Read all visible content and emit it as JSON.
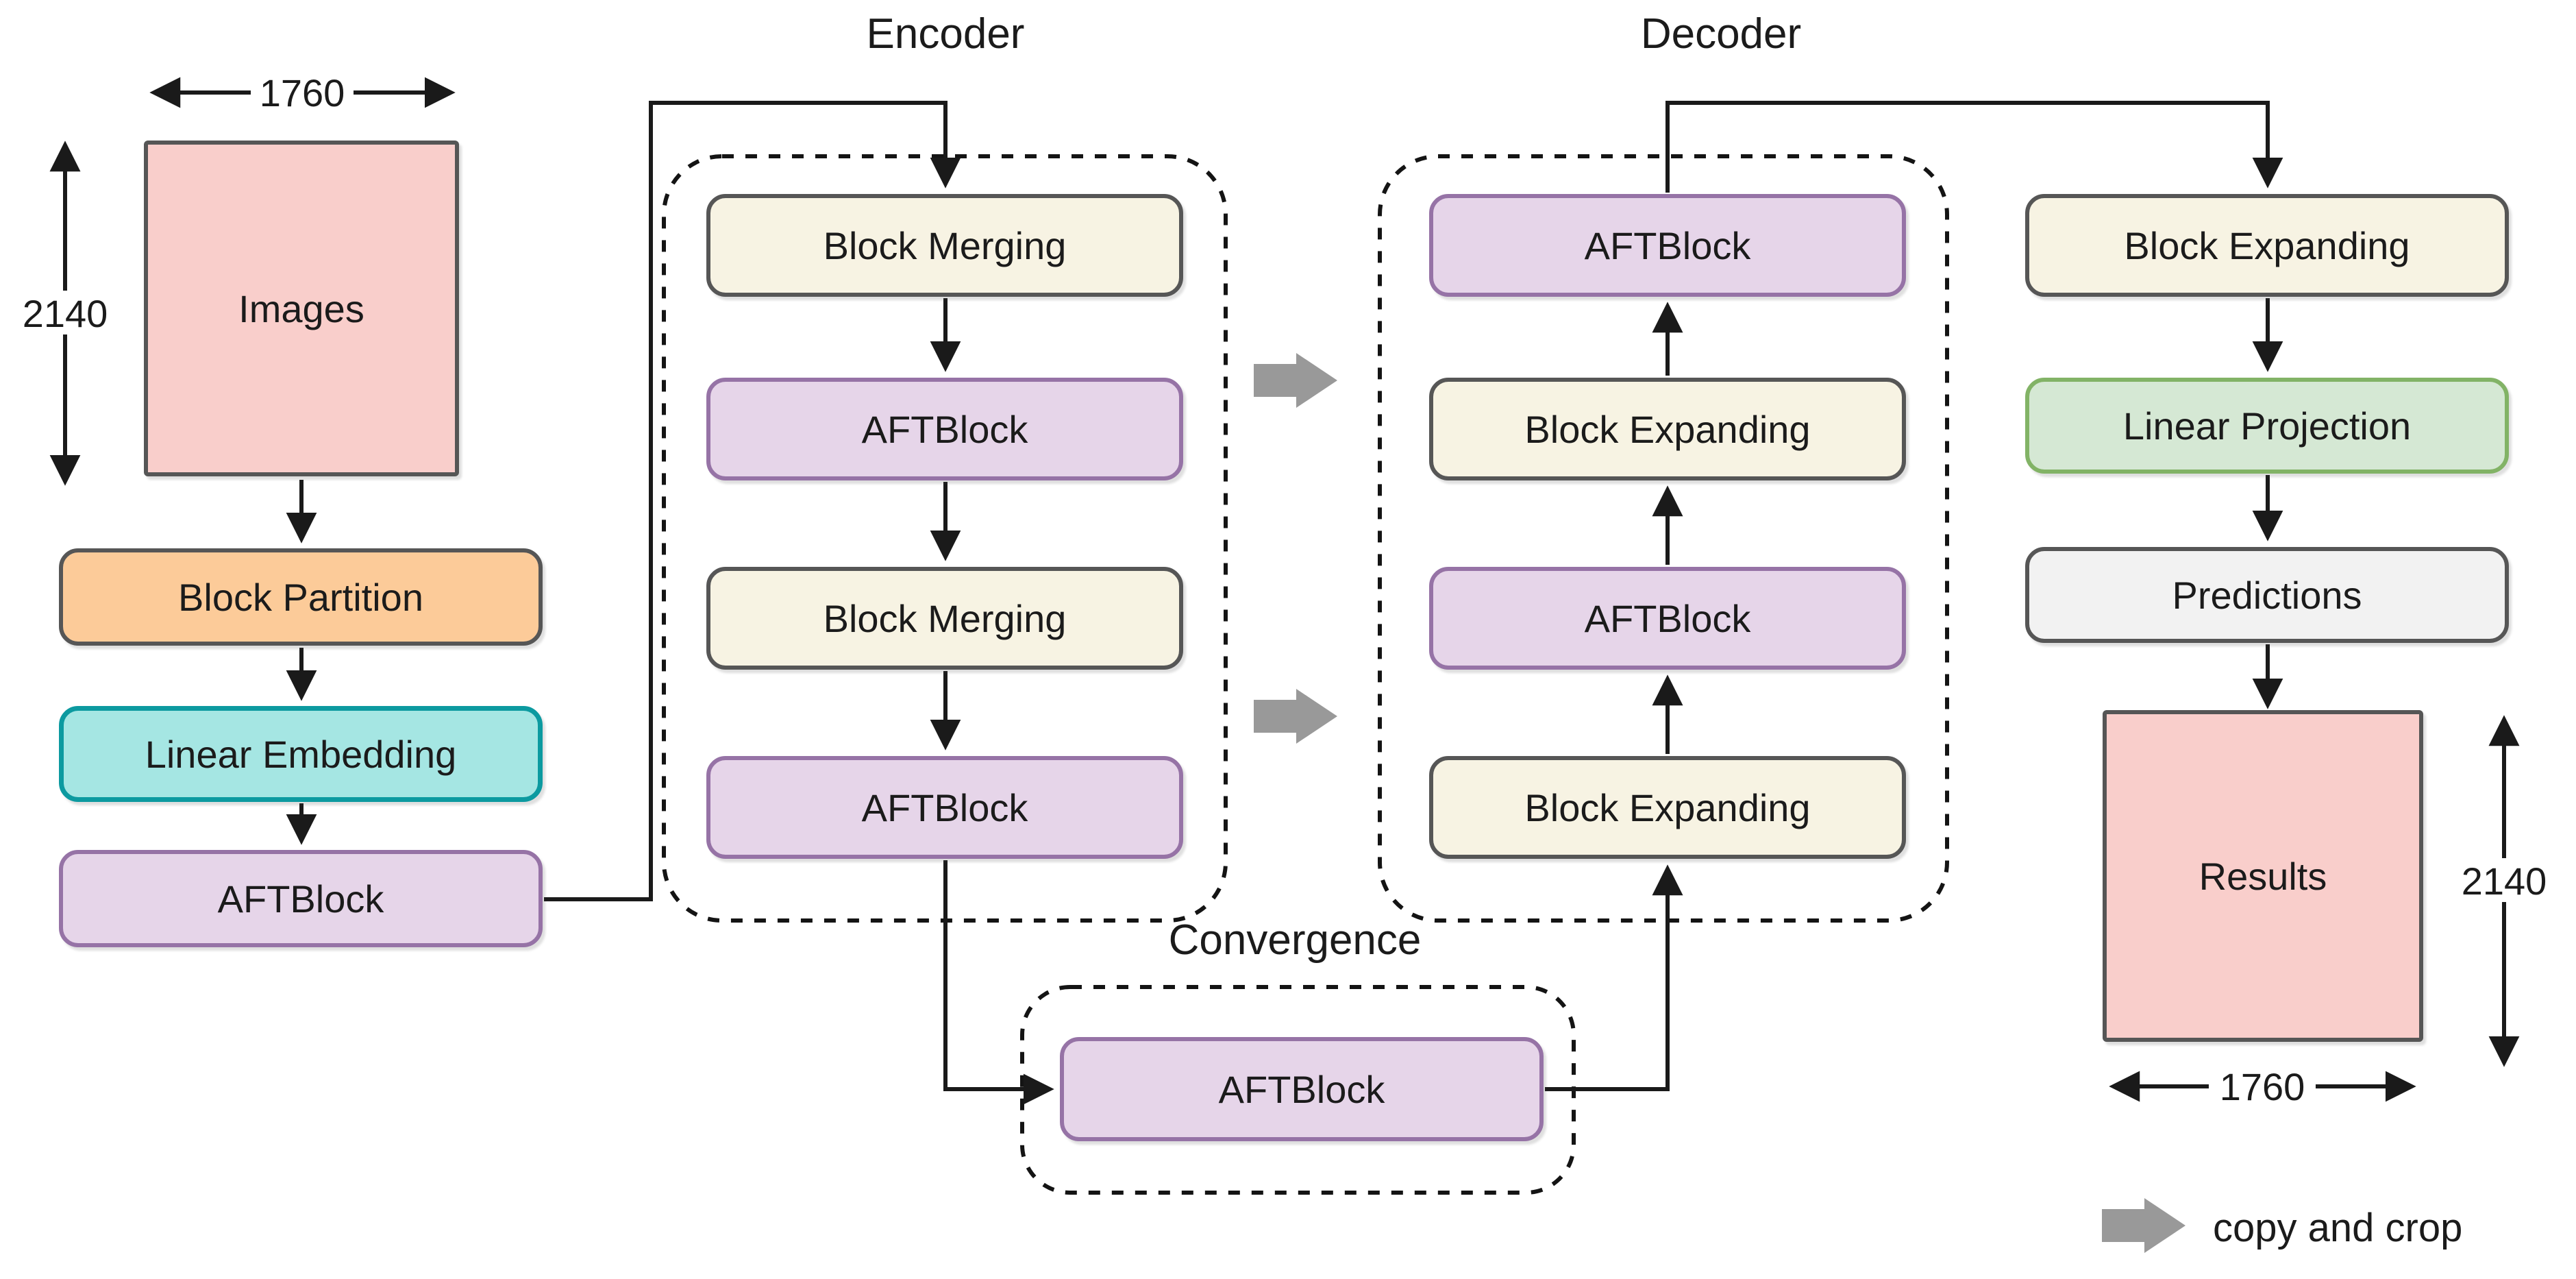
{
  "input_column": {
    "images_label": "Images",
    "width_dim": "1760",
    "height_dim": "2140",
    "blocks": [
      {
        "label": "Block Partition"
      },
      {
        "label": "Linear Embedding"
      },
      {
        "label": "AFTBlock"
      }
    ]
  },
  "encoder": {
    "label": "Encoder",
    "blocks": [
      {
        "label": "Block Merging"
      },
      {
        "label": "AFTBlock"
      },
      {
        "label": "Block Merging"
      },
      {
        "label": "AFTBlock"
      }
    ]
  },
  "convergence": {
    "label": "Convergence",
    "block": {
      "label": "AFTBlock"
    }
  },
  "decoder": {
    "label": "Decoder",
    "blocks": [
      {
        "label": "AFTBlock"
      },
      {
        "label": "Block Expanding"
      },
      {
        "label": "AFTBlock"
      },
      {
        "label": "Block Expanding"
      }
    ]
  },
  "output_column": {
    "blocks": [
      {
        "label": "Block Expanding"
      },
      {
        "label": "Linear Projection"
      },
      {
        "label": "Predictions"
      }
    ],
    "results_label": "Results",
    "width_dim": "1760",
    "height_dim": "2140"
  },
  "legend": {
    "copy_and_crop": "copy and crop"
  },
  "colors": {
    "images_fill": "#F9CECB",
    "block_partition_fill": "#FCCB99",
    "linear_embedding_fill": "#A5E6E3",
    "linear_embedding_border": "#0C9AA0",
    "aftblock_fill": "#E6D5E9",
    "aftblock_border": "#9673A6",
    "merging_expanding_fill": "#F7F3E3",
    "linear_projection_fill": "#D5E8D4",
    "linear_projection_border": "#82B366",
    "predictions_fill": "#F2F2F2",
    "copy_arrow_gray": "#999999",
    "line_color": "#1A1A1A"
  }
}
